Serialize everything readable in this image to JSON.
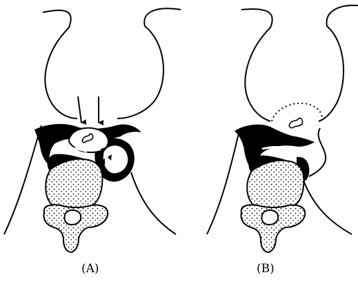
{
  "figure": {
    "panels": [
      {
        "id": "A",
        "label": "(A)",
        "arrows": 2,
        "shows_mass": true
      },
      {
        "id": "B",
        "label": "(B)",
        "arrows": 0,
        "shows_mass": false
      }
    ]
  },
  "colors": {
    "ink": "#000000",
    "paper": "#ffffff"
  }
}
